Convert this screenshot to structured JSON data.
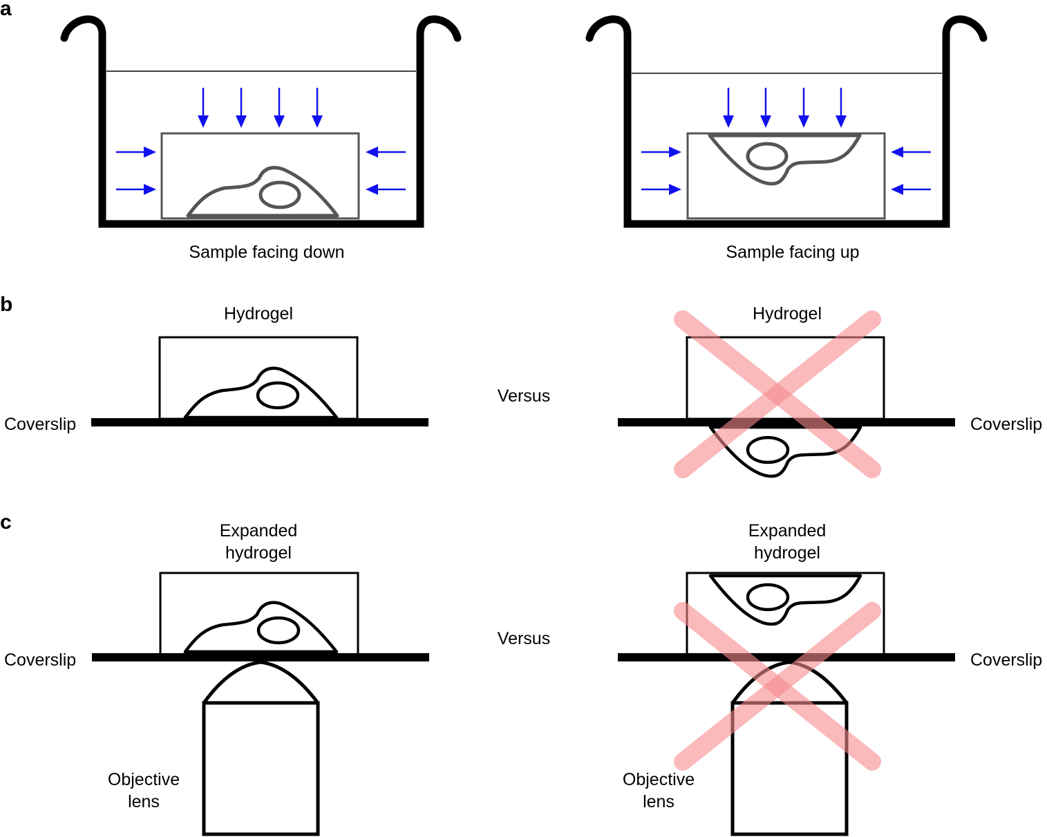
{
  "panels": {
    "a": {
      "letter": "a",
      "left_caption": "Sample facing down",
      "right_caption": "Sample facing up"
    },
    "b": {
      "letter": "b",
      "left_title": "Hydrogel",
      "right_title": "Hydrogel",
      "left_coverslip": "Coverslip",
      "right_coverslip": "Coverslip",
      "versus": "Versus"
    },
    "c": {
      "letter": "c",
      "left_title_line1": "Expanded",
      "left_title_line2": "hydrogel",
      "right_title_line1": "Expanded",
      "right_title_line2": "hydrogel",
      "left_coverslip": "Coverslip",
      "right_coverslip": "Coverslip",
      "versus": "Versus",
      "left_objective_line1": "Objective",
      "left_objective_line2": "lens",
      "right_objective_line1": "Objective",
      "right_objective_line2": "lens"
    }
  },
  "colors": {
    "arrows": "#1111ee",
    "cross": "#f78b8e"
  }
}
